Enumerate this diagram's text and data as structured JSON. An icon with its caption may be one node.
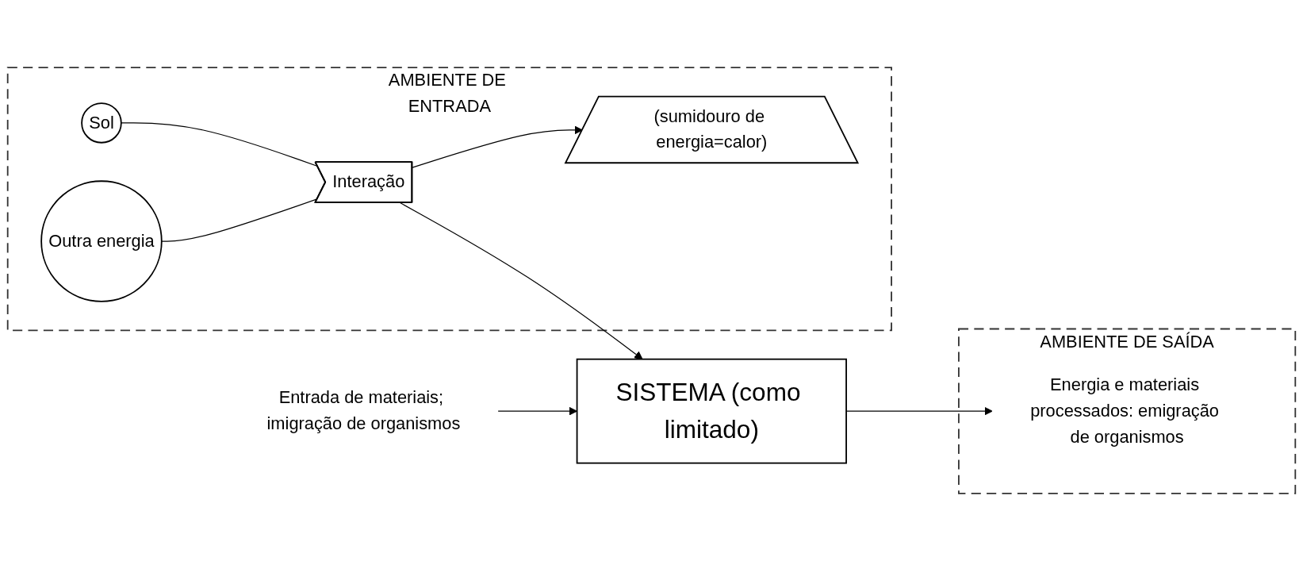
{
  "diagram": {
    "nodes": [
      {
        "text": [
          "AMBIENTE DE ENTRADA"
        ]
      },
      {
        "text": [
          "Outra energia"
        ],
        "in": 0
      },
      {
        "text": [
          "Sol"
        ],
        "in": 0
      },
      {
        "text": [
          "Interação"
        ],
        "in": 0
      },
      {
        "text": [
          "(sumidouro de energia=calor)"
        ],
        "in": 0
      },
      {
        "text": [
          "Entrada de materiais; imigração de organismos"
        ]
      },
      {
        "text": [
          "SISTEMA (como limitado)"
        ]
      },
      {
        "text": [
          "AMBIENTE DE SAÍDA"
        ]
      },
      {
        "text": [
          "Energia e materiais processados: emigração de organismos"
        ],
        "in": 7
      }
    ],
    "edges": [
      {
        "from": 2,
        "to": 3,
        "arrow": "none"
      },
      {
        "from": 1,
        "to": 3,
        "arrow": "none"
      },
      {
        "from": 3,
        "to": 4,
        "arrow": "to"
      },
      {
        "from": 3,
        "to": 6,
        "arrow": "to"
      },
      {
        "from": 5,
        "to": 6,
        "arrow": "to"
      },
      {
        "from": 6,
        "to": 8,
        "arrow": "to"
      }
    ]
  }
}
